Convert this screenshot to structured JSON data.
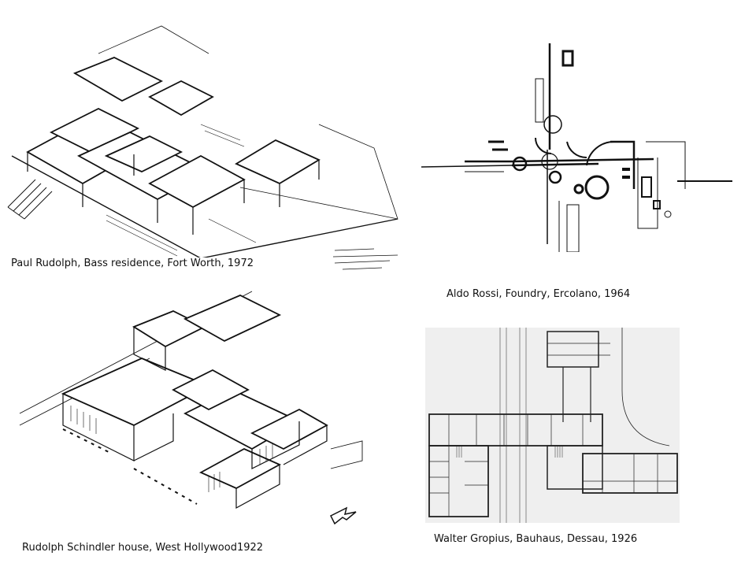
{
  "slide": {
    "panels": [
      {
        "id": "rudolph",
        "icon": "axonometric-drawing-icon",
        "caption": "Paul Rudolph, Bass residence, Fort Worth, 1972"
      },
      {
        "id": "rossi",
        "icon": "plan-drawing-icon",
        "caption": "Aldo Rossi, Foundry, Ercolano, 1964"
      },
      {
        "id": "schindler",
        "icon": "axonometric-drawing-icon",
        "caption": "Rudolph Schindler house,  West Hollywood1922"
      },
      {
        "id": "gropius",
        "icon": "floor-plan-icon",
        "caption": "Walter Gropius, Bauhaus, Dessau, 1926"
      }
    ]
  }
}
